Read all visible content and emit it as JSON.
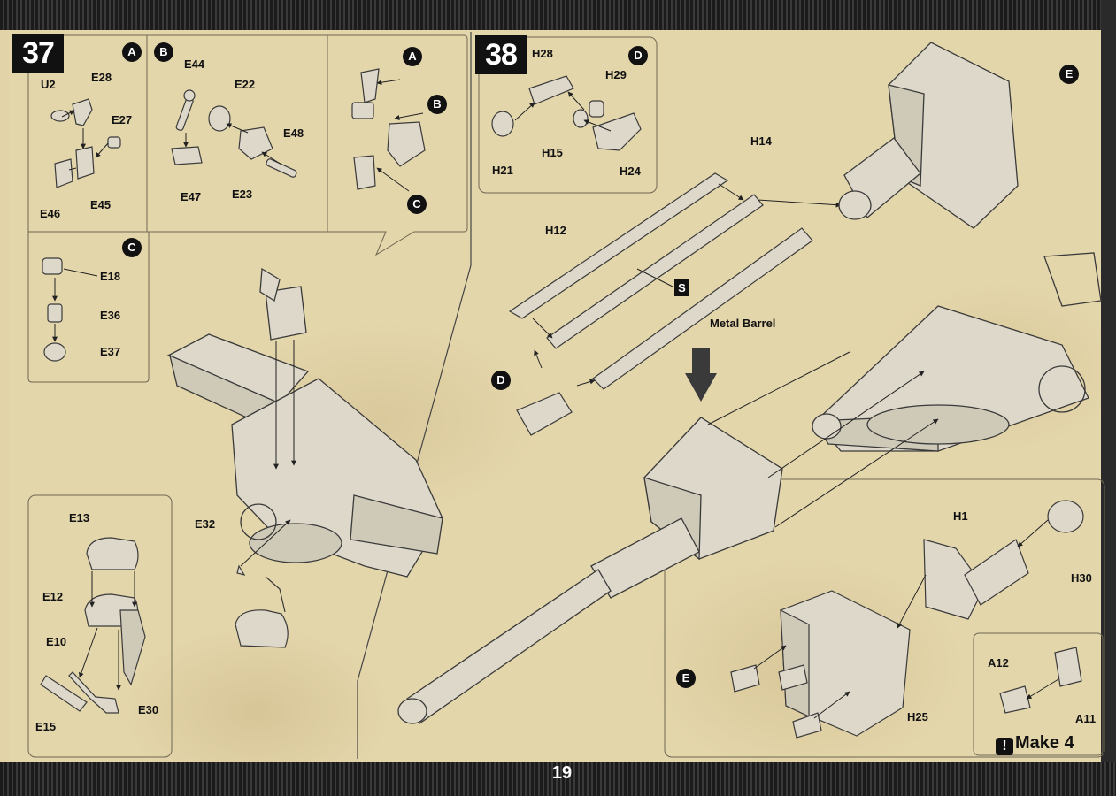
{
  "page": {
    "number": "19"
  },
  "colors": {
    "paper": "#e4d6ab",
    "ink": "#111111",
    "part_fill": "#ddd8c9",
    "part_stroke": "#3a3a3a"
  },
  "step37": {
    "number": "37",
    "subA": {
      "marker": "A",
      "labels": [
        "U2",
        "E28",
        "E27",
        "E46",
        "E45"
      ]
    },
    "subB": {
      "marker": "B",
      "labels": [
        "E44",
        "E22",
        "E48",
        "E47",
        "E23"
      ]
    },
    "callout": {
      "markers": [
        "A",
        "B",
        "C"
      ]
    },
    "subC": {
      "marker": "C",
      "labels": [
        "E18",
        "E36",
        "E37"
      ]
    },
    "main": {
      "labels": [
        "E32"
      ]
    },
    "seat": {
      "labels": [
        "E13",
        "E12",
        "E10",
        "E30",
        "E15"
      ]
    }
  },
  "step38": {
    "number": "38",
    "subD": {
      "marker": "D",
      "labels": [
        "H28",
        "H29",
        "H21",
        "H15",
        "H24"
      ]
    },
    "barrel": {
      "labels": [
        "H14",
        "H12"
      ],
      "metal_icon": "S",
      "metal_label": "Metal Barrel",
      "marker_D": "D"
    },
    "marker_E_top": "E",
    "subE": {
      "marker": "E",
      "labels": [
        "H1",
        "H30",
        "H25"
      ]
    },
    "subA11": {
      "labels": [
        "A12",
        "A11"
      ]
    },
    "make_note": {
      "icon": "!",
      "text": "Make 4"
    }
  }
}
